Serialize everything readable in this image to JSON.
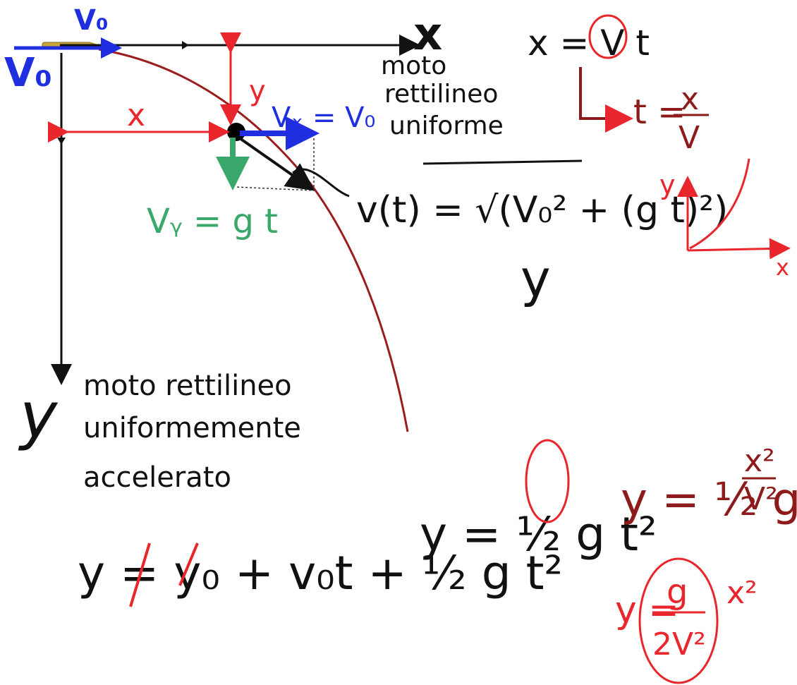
{
  "colors": {
    "ink_black": "#111111",
    "ink_red": "#e8262b",
    "ink_dark_red": "#8e1b1b",
    "ink_blue": "#1f2fe0",
    "ink_green": "#3aa86a",
    "trajectory": "#9b1c1c"
  },
  "axes": {
    "x_axis_label": "x",
    "y_axis_label": "y"
  },
  "labels": {
    "v0_top": "V₀",
    "v0_left": "V₀",
    "horizontal_motion": [
      "moto",
      "rettilineo",
      "uniforme"
    ],
    "vertical_motion": [
      "moto rettilineo",
      "uniformemente",
      "accelerato"
    ],
    "x_distance": "x",
    "y_distance": "y",
    "vx": "Vₓ = V₀",
    "vy": "Vᵧ = g t",
    "speed_formula": "v(t) = √(V₀² + (g t)²)",
    "y_letter": "y"
  },
  "formulas": {
    "x_eq": "x = V t",
    "t_eq_lhs": "t =",
    "t_num": "x",
    "t_den": "V",
    "mini_graph_y": "y",
    "mini_graph_x": "x",
    "y_general": "y = y₀ + v₀t + ½ g t²",
    "y_half_g_t2": "y = ½ g t²",
    "y_sub_lhs": "y = ½ g",
    "y_sub_num": "x²",
    "y_sub_den": "V²",
    "y_final_lhs": "y =",
    "y_final_num": "g",
    "y_final_den": "2V²",
    "y_final_rhs": "x²"
  }
}
